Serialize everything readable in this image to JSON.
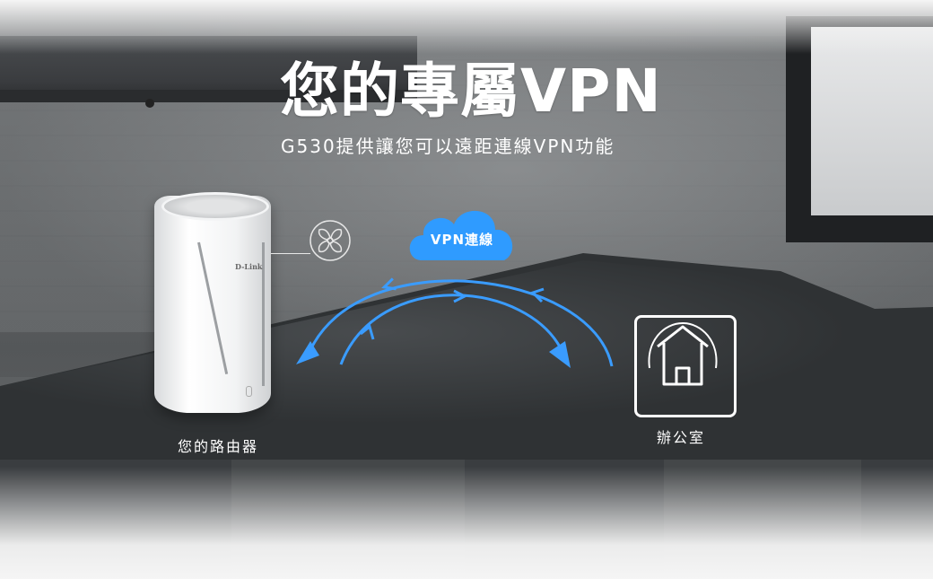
{
  "heading": {
    "title": "您的專屬VPN",
    "subtitle": "G530提供讓您可以遠距連線VPN功能"
  },
  "cloud": {
    "label": "VPN連線",
    "color": "#2f9bff"
  },
  "router": {
    "brand": "D-Link",
    "label": "您的路由器"
  },
  "office": {
    "label": "辦公室",
    "icon": "house-wifi-icon"
  },
  "callout": {
    "icon": "fan-icon"
  },
  "colors": {
    "arrow": "#3a9cff",
    "text": "#ffffff"
  }
}
